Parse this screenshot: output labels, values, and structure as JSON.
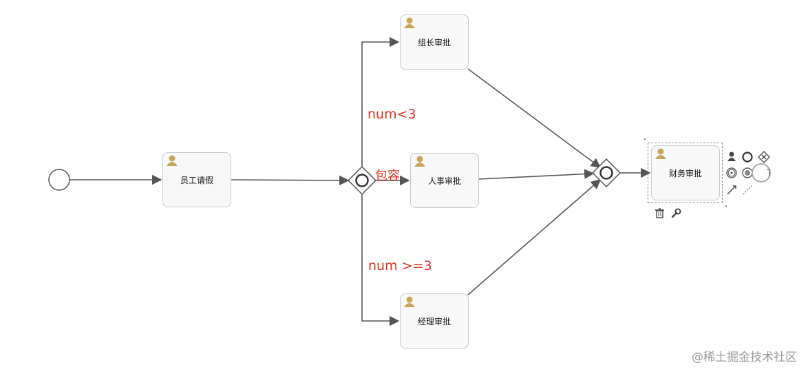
{
  "tasks": {
    "employee_leave": "员工请假",
    "team_lead_approval": "组长审批",
    "hr_approval": "人事审批",
    "manager_approval": "经理审批",
    "finance_approval": "财务审批"
  },
  "annotations": {
    "cond_lt3": "num<3",
    "cond_ge3": "num >=3",
    "inclusive": "包容"
  },
  "watermark": "@稀土掘金技术社区",
  "colors": {
    "line": "#555555",
    "task_fill": "#f8f8f8",
    "task_border": "#c9c9c9",
    "annotation": "#e0301e",
    "user_icon": "#c9a55a"
  },
  "palette_icons": [
    "user-task-icon",
    "end-event-icon",
    "exclusive-gateway-icon",
    "intermediate-event-icon",
    "inclusive-gateway-icon",
    "text-annotation-icon",
    "sequence-flow-icon",
    "association-icon",
    "delete-icon",
    "wrench-icon"
  ]
}
